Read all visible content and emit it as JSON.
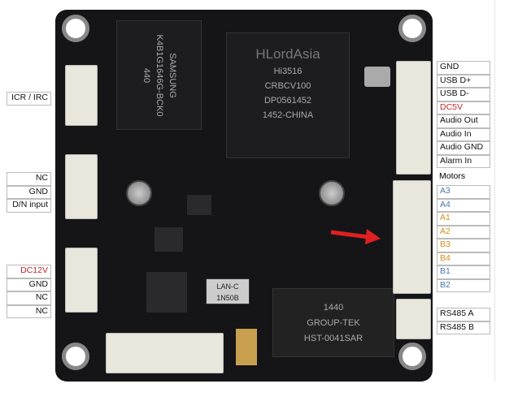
{
  "chips": {
    "ram": [
      "SAMSUNG",
      "K4B1G1646G-BCK0",
      "440"
    ],
    "soc": [
      "Hi3516",
      "CRBCV100",
      "DP0561452",
      "1452-CHINA"
    ],
    "soc_watermark": "HLordAsia",
    "transformer": [
      "GROUP-TEK",
      "HST-0041SAR",
      "1440"
    ],
    "small_chip": "1N50B",
    "lan": "LAN-C"
  },
  "left_labels": {
    "icr": "ICR / IRC",
    "dn": [
      "NC",
      "GND",
      "D/N input"
    ],
    "power": [
      "DC12V",
      "GND",
      "NC",
      "NC"
    ]
  },
  "right_labels": {
    "main": [
      "GND",
      "USB D+",
      "USB D-",
      "DC5V",
      "Audio Out",
      "Audio In",
      "Audio GND",
      "Alarm In"
    ],
    "motors_title": "Motors",
    "motors": [
      "A3",
      "A4",
      "A1",
      "A2",
      "B3",
      "B4",
      "B1",
      "B2"
    ],
    "rs485": [
      "RS485 A",
      "RS485 B"
    ]
  },
  "colors": {
    "red": "#c0262b",
    "blue": "#4a7ab0",
    "orange": "#d88a1a"
  }
}
